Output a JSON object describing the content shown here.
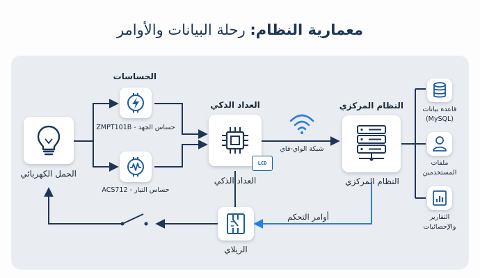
{
  "title": {
    "bold": "معمارية النظام:",
    "rest": " رحلة البيانات والأوامر"
  },
  "sensors": {
    "heading": "الحساسات",
    "voltage_label": "حساس الجهد - ZMPT101B",
    "current_label": "حساس التيار - ACS712"
  },
  "load": {
    "label": "الحمل الكهربائي"
  },
  "meter": {
    "heading": "العداد الذكي",
    "label": "العداد الذكي",
    "lcd": "LCD"
  },
  "wifi": {
    "label": "شبكة الواي-فاي"
  },
  "central": {
    "heading": "النظام المركزي",
    "label": "النظام المركزي"
  },
  "outputs": {
    "db_label_line1": "قاعدة بيانات",
    "db_label_line2": "(MySQL)",
    "users_label_line1": "ملفات",
    "users_label_line2": "المستخدمين",
    "reports_label_line1": "التقارير",
    "reports_label_line2": "والإحصائيات"
  },
  "commands": {
    "label": "أوامر التحكم"
  },
  "relay": {
    "label": "الريلاي"
  },
  "colors": {
    "accent": "#1e5aa0",
    "navy": "#1e3556",
    "command_blue": "#2a7de1"
  }
}
